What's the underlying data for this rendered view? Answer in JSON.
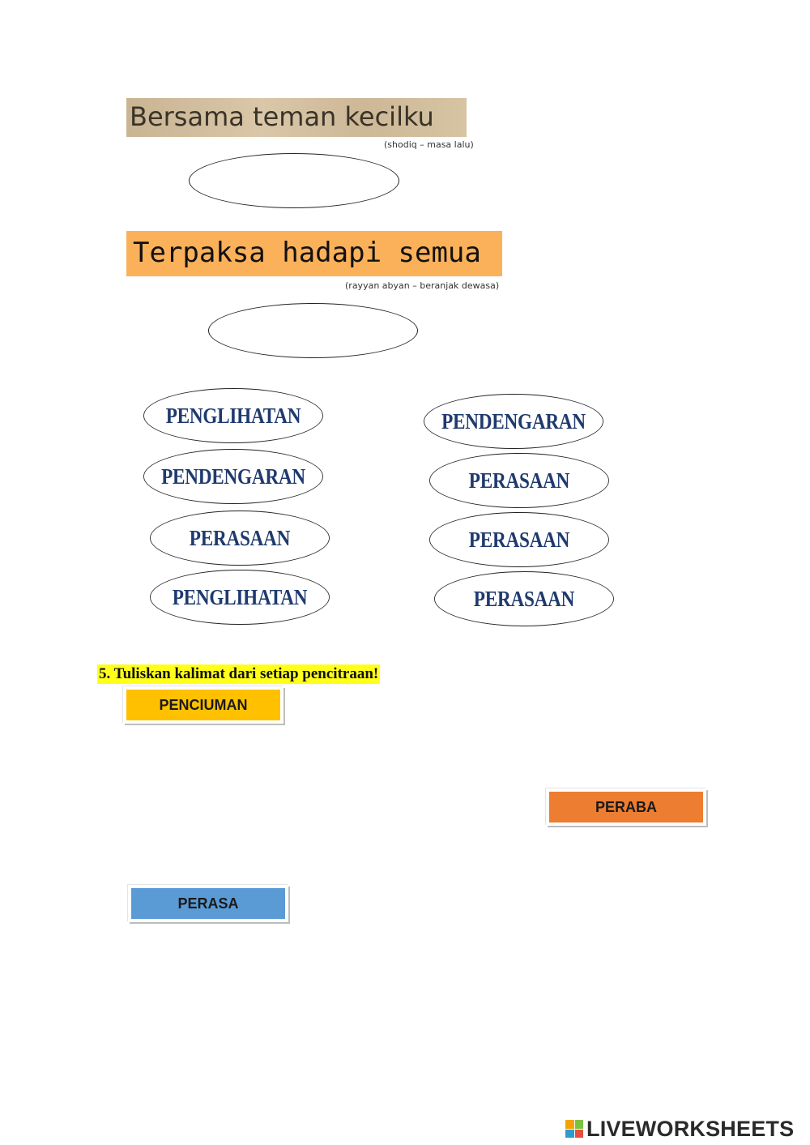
{
  "lyrics": [
    {
      "text": "Bersama teman kecilku",
      "credit": "(shodiq – masa lalu)"
    },
    {
      "text": "Terpaksa hadapi semua",
      "credit": "(rayyan abyan – beranjak dewasa)"
    }
  ],
  "choices": {
    "left": [
      "PENGLIHATAN",
      "PENDENGARAN",
      "PERASAAN",
      "PENGLIHATAN"
    ],
    "right": [
      "PENDENGARAN",
      "PERASAAN",
      "PERASAAN",
      "PERASAAN"
    ]
  },
  "question": "5.  Tuliskan kalimat dari setiap pencitraan!",
  "tags": [
    {
      "label": "PENCIUMAN",
      "color": "#ffc000"
    },
    {
      "label": "PERABA",
      "color": "#ed7d31"
    },
    {
      "label": "PERASA",
      "color": "#5b9bd5"
    }
  ],
  "footer": {
    "brand": "LIVEWORKSHEETS",
    "logo_colors": [
      "#f4a300",
      "#7cc242",
      "#2e9ad0",
      "#e84e3c"
    ]
  }
}
